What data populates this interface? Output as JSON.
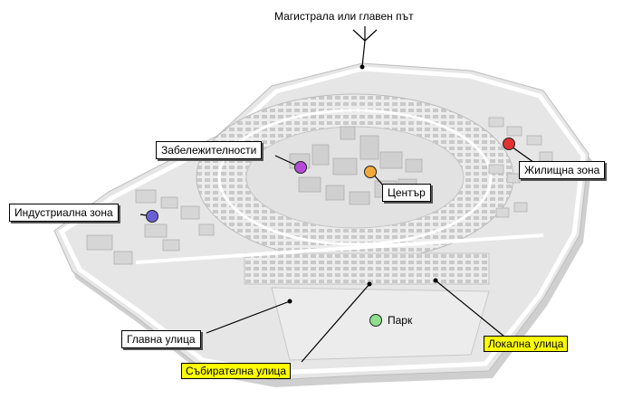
{
  "labels": {
    "highway": "Магистрала  или  главен път",
    "landmarks": "Забележителности",
    "residential": "Жилищна зона",
    "center": "Център",
    "industrial": "Индустриална зона",
    "park": "Парк",
    "main_street": "Главна улица",
    "collector_street": "Събирателна улица",
    "local_street": "Локална улица"
  },
  "colors": {
    "landmarks": "#b64ad8",
    "residential": "#e23131",
    "center": "#f3a93b",
    "industrial": "#6b5fd6",
    "park": "#8ee08e",
    "highlight": "#ffff00"
  }
}
